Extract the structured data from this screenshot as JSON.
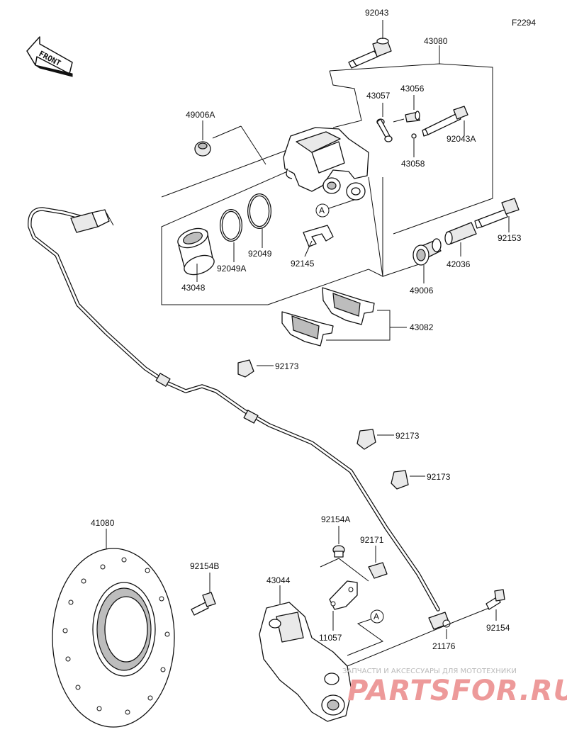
{
  "figure_id": "F2294",
  "front_label": "FRONT",
  "callout": "A",
  "parts": {
    "p92043": "92043",
    "p43080": "43080",
    "p43057": "43057",
    "p43056": "43056",
    "p49006A": "49006A",
    "p92043A": "92043A",
    "p43058": "43058",
    "p92153": "92153",
    "p92049": "92049",
    "p92049A": "92049A",
    "p92145": "92145",
    "p42036": "42036",
    "p43048": "43048",
    "p49006": "49006",
    "p43082": "43082",
    "p92173a": "92173",
    "p92173b": "92173",
    "p92173c": "92173",
    "p41080": "41080",
    "p92154A": "92154A",
    "p92171": "92171",
    "p92154B": "92154B",
    "p43044": "43044",
    "p11057": "11057",
    "p92154": "92154",
    "p21176": "21176"
  },
  "watermark": {
    "tagline": "ЗАПЧАСТИ И АКСЕССУАРЫ ДЛЯ МОТОТЕХНИКИ",
    "logo": "PARTSFOR.RU"
  }
}
